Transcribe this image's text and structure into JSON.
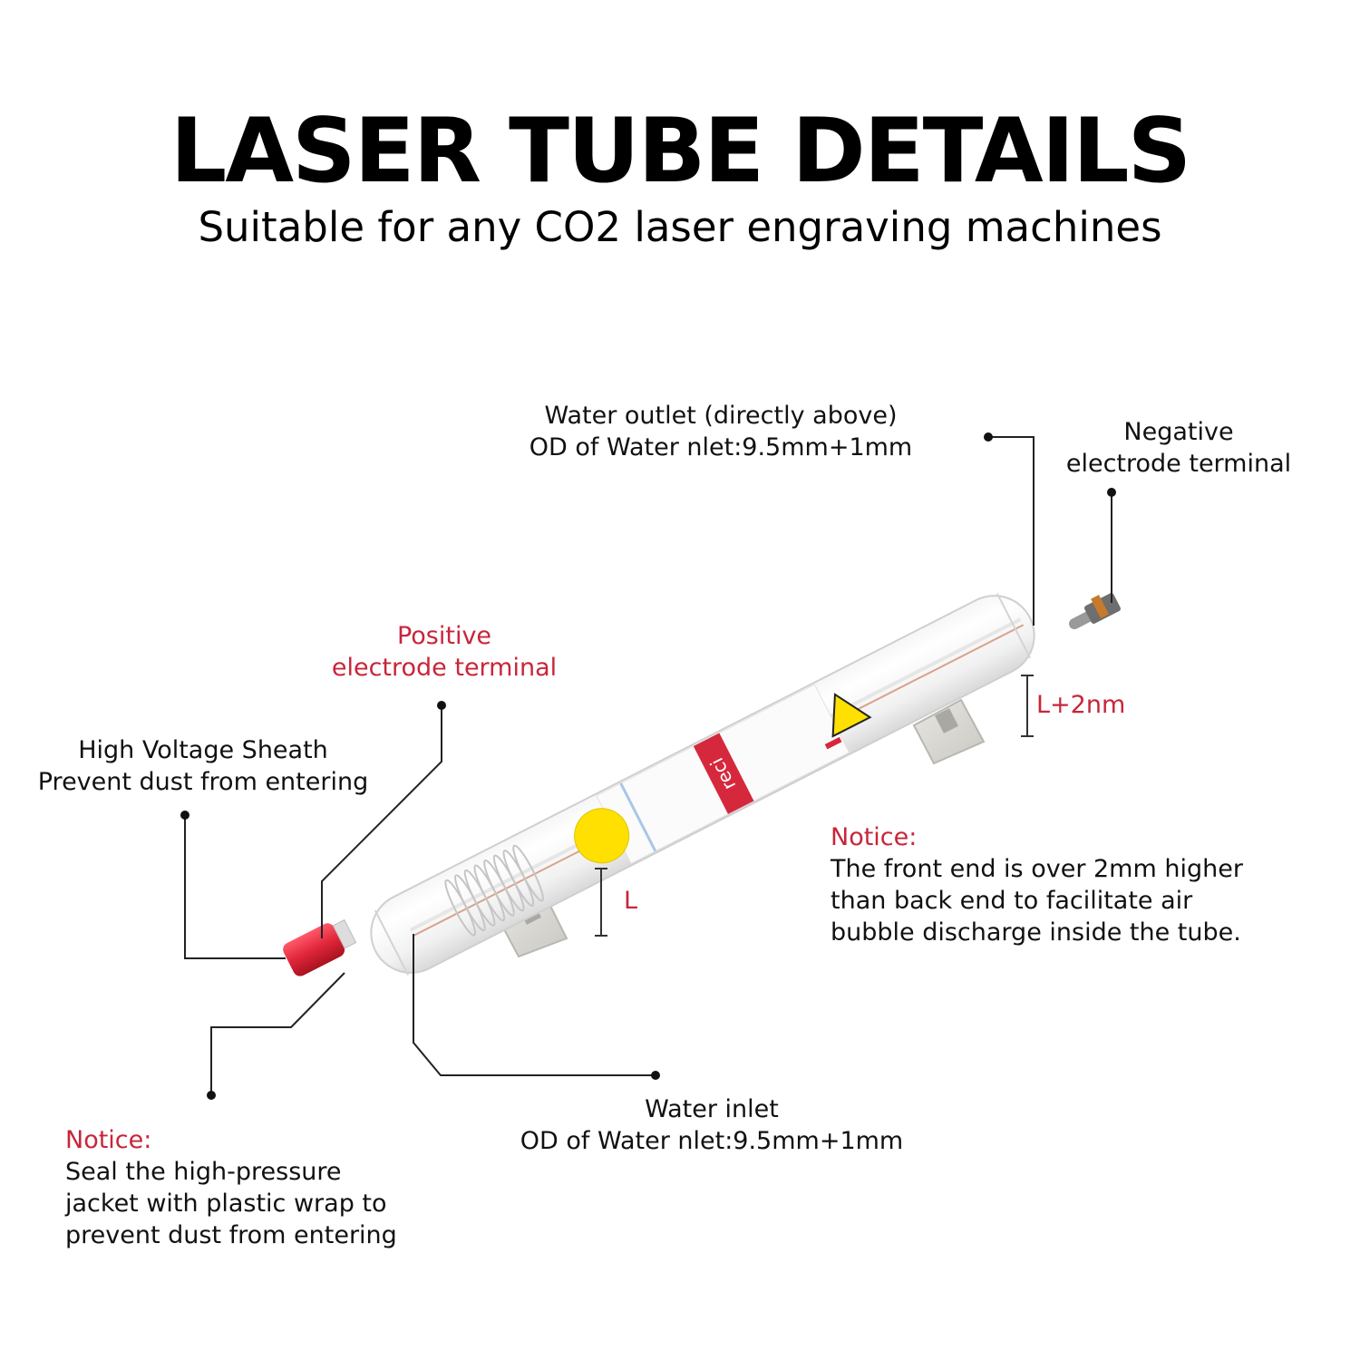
{
  "title": "LASER TUBE DETAILS",
  "subtitle": "Suitable for any CO2 laser engraving machines",
  "callouts": {
    "water_outlet": {
      "line1": "Water outlet (directly above)",
      "line2": "OD of Water nlet:9.5mm+1mm"
    },
    "negative_terminal": {
      "line1": "Negative",
      "line2": "electrode terminal"
    },
    "positive_terminal": {
      "line1": "Positive",
      "line2": "electrode terminal"
    },
    "hv_sheath": {
      "line1": "High Voltage Sheath",
      "line2": "Prevent dust from entering"
    },
    "water_inlet": {
      "line1": "Water inlet",
      "line2": "OD of Water nlet:9.5mm+1mm"
    },
    "height_back": "L+2nm",
    "height_front": "L"
  },
  "notices": {
    "front_end": {
      "heading": "Notice:",
      "lines": [
        "The front end is over 2mm higher",
        "than back end to facilitate air",
        "bubble discharge inside the tube."
      ]
    },
    "seal": {
      "heading": "Notice:",
      "lines": [
        "Seal the high-pressure",
        "jacket with plastic wrap to",
        "prevent dust from entering"
      ]
    }
  },
  "tube_label": {
    "brand": "reci"
  },
  "colors": {
    "accent_red": "#c8253a",
    "cap_red": "#e0263a",
    "warning_yellow": "#ffe000",
    "label_red": "#d6283c"
  }
}
